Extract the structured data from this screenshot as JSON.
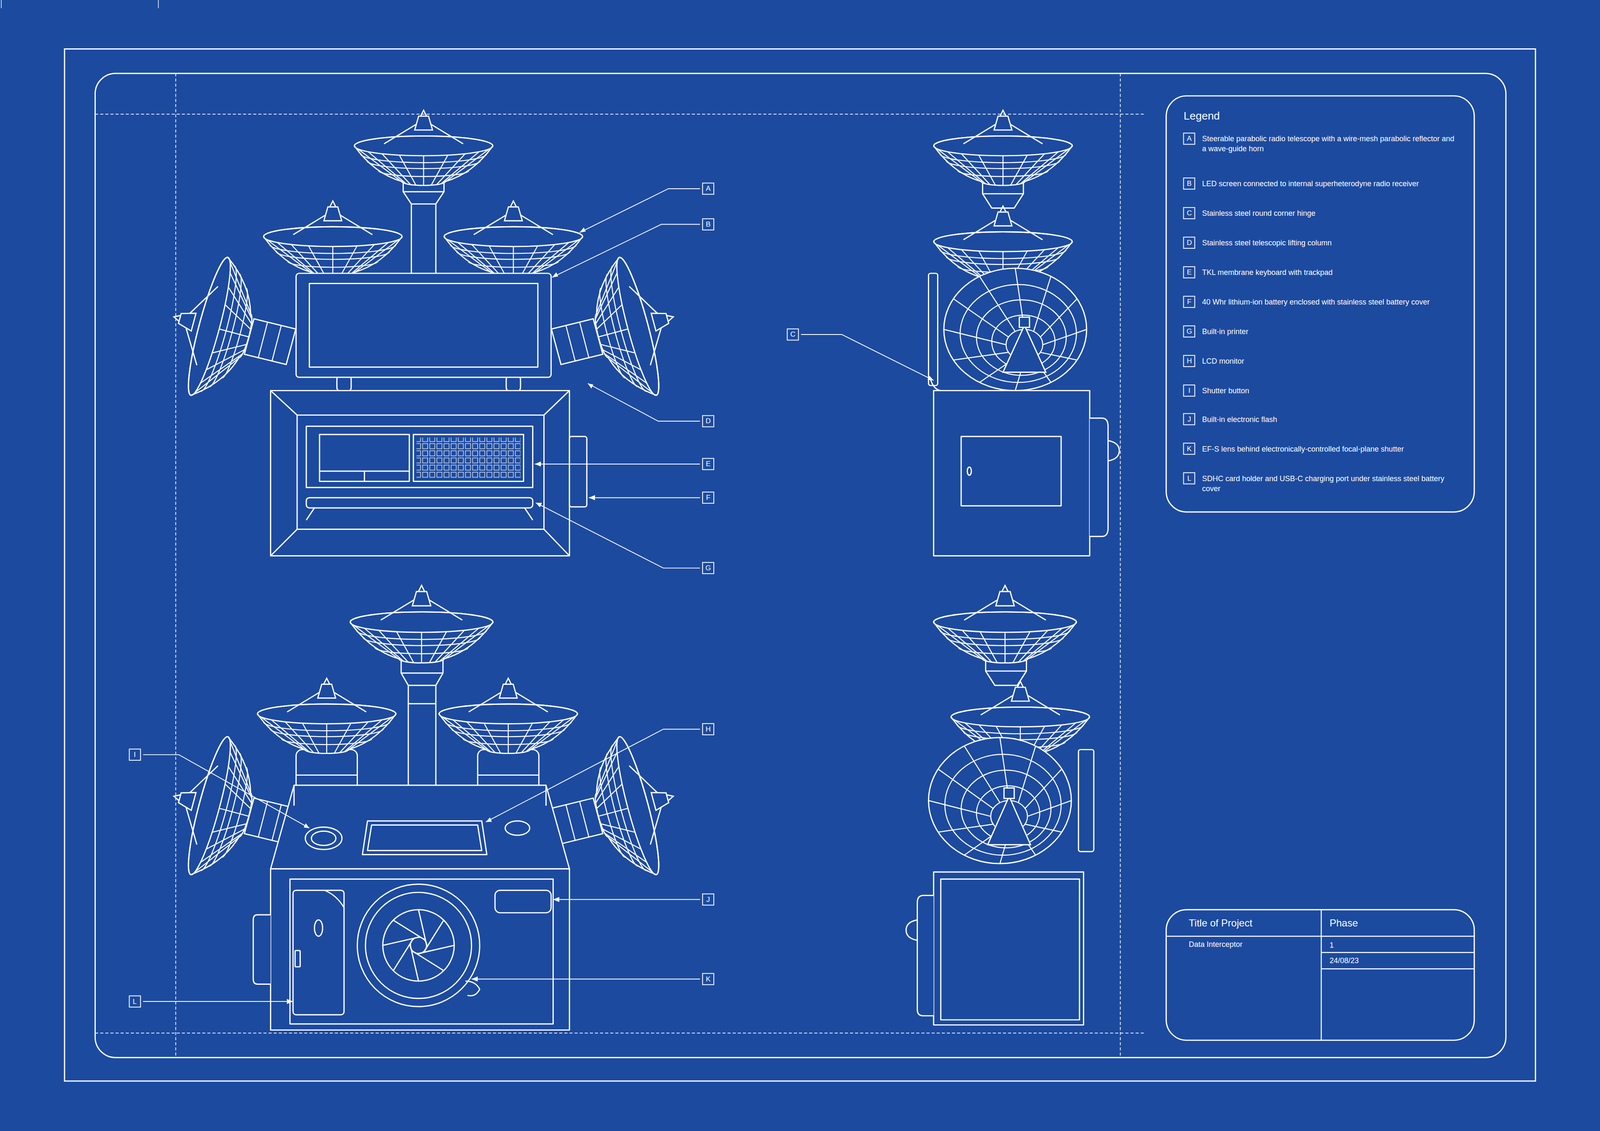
{
  "diagram": {
    "labels": [
      "A",
      "B",
      "C",
      "D",
      "E",
      "F",
      "G",
      "I",
      "H",
      "J",
      "K",
      "L",
      "Legend",
      "A",
      "B",
      "C",
      "D",
      "E",
      "F",
      "G",
      "H",
      "I",
      "J",
      "K",
      "L",
      "Title of Project",
      "Phase",
      "Data Interceptor",
      "1",
      "24/08/23"
    ],
    "legend": [
      {
        "text": "Steerable parabolic radio telescope with a wire-mesh parabolic reflector and a wave-guide horn"
      },
      {
        "text": "LED screen connected to internal superheterodyne radio receiver"
      },
      {
        "text": "Stainless steel round corner hinge"
      },
      {
        "text": "Stainless steel telescopic lifting column"
      },
      {
        "text": "TKL membrane keyboard with trackpad"
      },
      {
        "text": "40 Whr lithium-ion battery enclosed with stainless steel  battery cover"
      },
      {
        "text": "Built-in printer"
      },
      {
        "text": "LCD monitor"
      },
      {
        "text": "Shutter button"
      },
      {
        "text": "Built-in electronic flash"
      },
      {
        "text": "EF-S lens behind electronically-controlled focal-plane shutter"
      },
      {
        "text": "SDHC card holder and USB-C charging port under stainless steel battery cover"
      }
    ]
  }
}
